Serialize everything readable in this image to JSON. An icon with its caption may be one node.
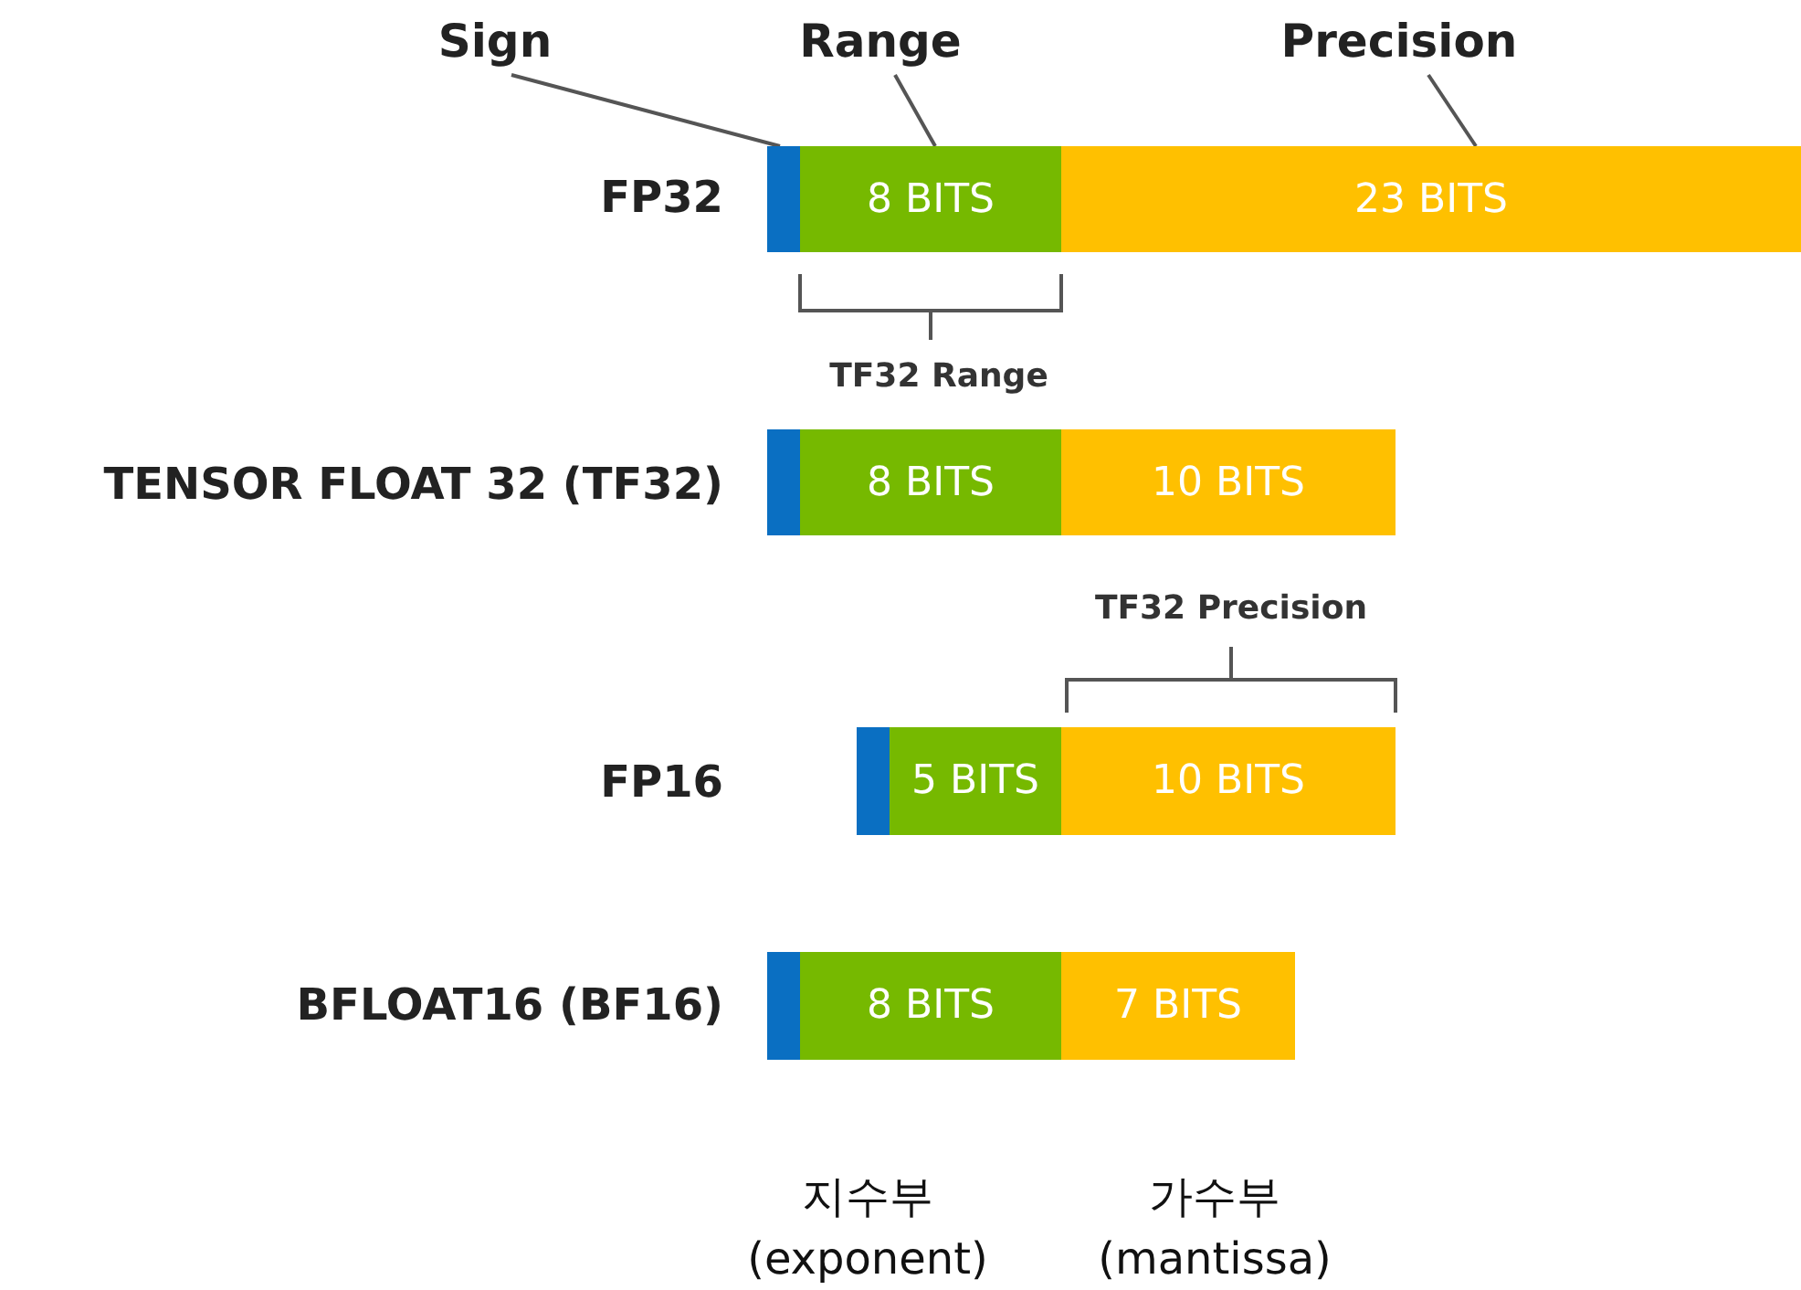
{
  "diagram": {
    "nodes": [
      {
        "text": [
          "Sign"
        ]
      },
      {
        "text": [
          "Range"
        ]
      },
      {
        "text": [
          "Precision"
        ]
      },
      {
        "text": [],
        "shape": "box"
      },
      {
        "text": [
          "8 BITS"
        ]
      },
      {
        "text": [
          "23 BITS"
        ]
      },
      {
        "text": [],
        "shape": "box"
      },
      {
        "text": [
          "8 BITS"
        ]
      },
      {
        "text": [
          "10 BITS"
        ]
      },
      {
        "text": [],
        "shape": "box"
      },
      {
        "text": [
          "5 BITS"
        ]
      },
      {
        "text": [
          "10 BITS"
        ]
      },
      {
        "text": [],
        "shape": "box"
      },
      {
        "text": [
          "8 BITS"
        ]
      },
      {
        "text": [
          "7 BITS"
        ]
      }
    ],
    "edges": [
      {
        "from": 0,
        "to": 3,
        "arrow": "none"
      },
      {
        "from": 1,
        "to": 4,
        "arrow": "none"
      },
      {
        "from": 2,
        "to": 5,
        "arrow": "none"
      }
    ],
    "labels": [
      "FP32",
      "TF32 Range",
      "TENSOR FLOAT 32 (TF32)",
      "TF32 Precision",
      "FP16",
      "BFLOAT16 (BF16)",
      "지수부",
      "가수부",
      "(exponent)",
      "(mantissa)"
    ]
  }
}
